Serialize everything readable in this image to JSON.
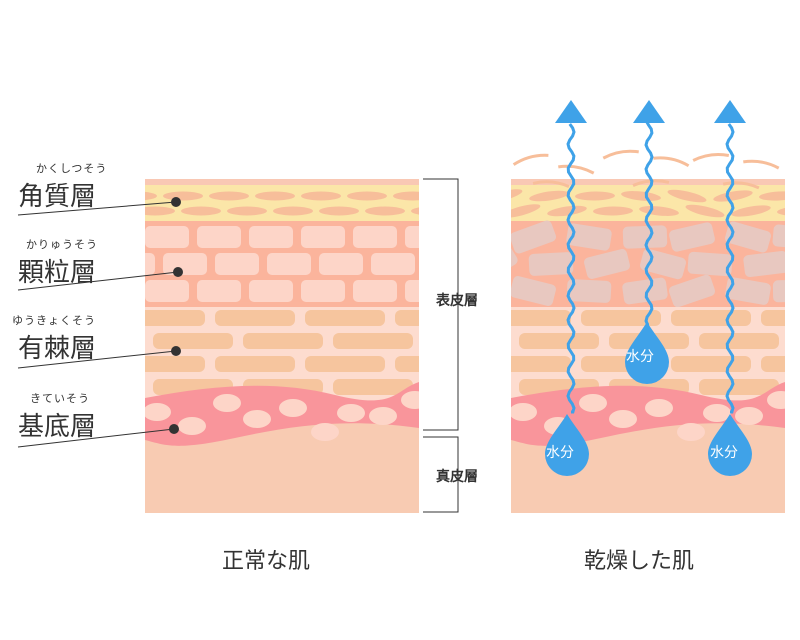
{
  "layers": [
    {
      "ruby": "かくしつそう",
      "name": "角質層"
    },
    {
      "ruby": "かりゅうそう",
      "name": "顆粒層"
    },
    {
      "ruby": "ゆうきょくそう",
      "name": "有棘層"
    },
    {
      "ruby": "きていそう",
      "name": "基底層"
    }
  ],
  "brackets": {
    "epidermis": "表皮層",
    "dermis": "真皮層"
  },
  "captions": {
    "normal": "正常な肌",
    "dry": "乾燥した肌"
  },
  "water_label": "水分",
  "colors": {
    "corneum": "#fbe6a8",
    "granular": "#fbb49c",
    "spinous": "#fddccf",
    "basal": "#f9959b",
    "dermis": "#f8cbb2",
    "water": "#3fa2e8"
  }
}
